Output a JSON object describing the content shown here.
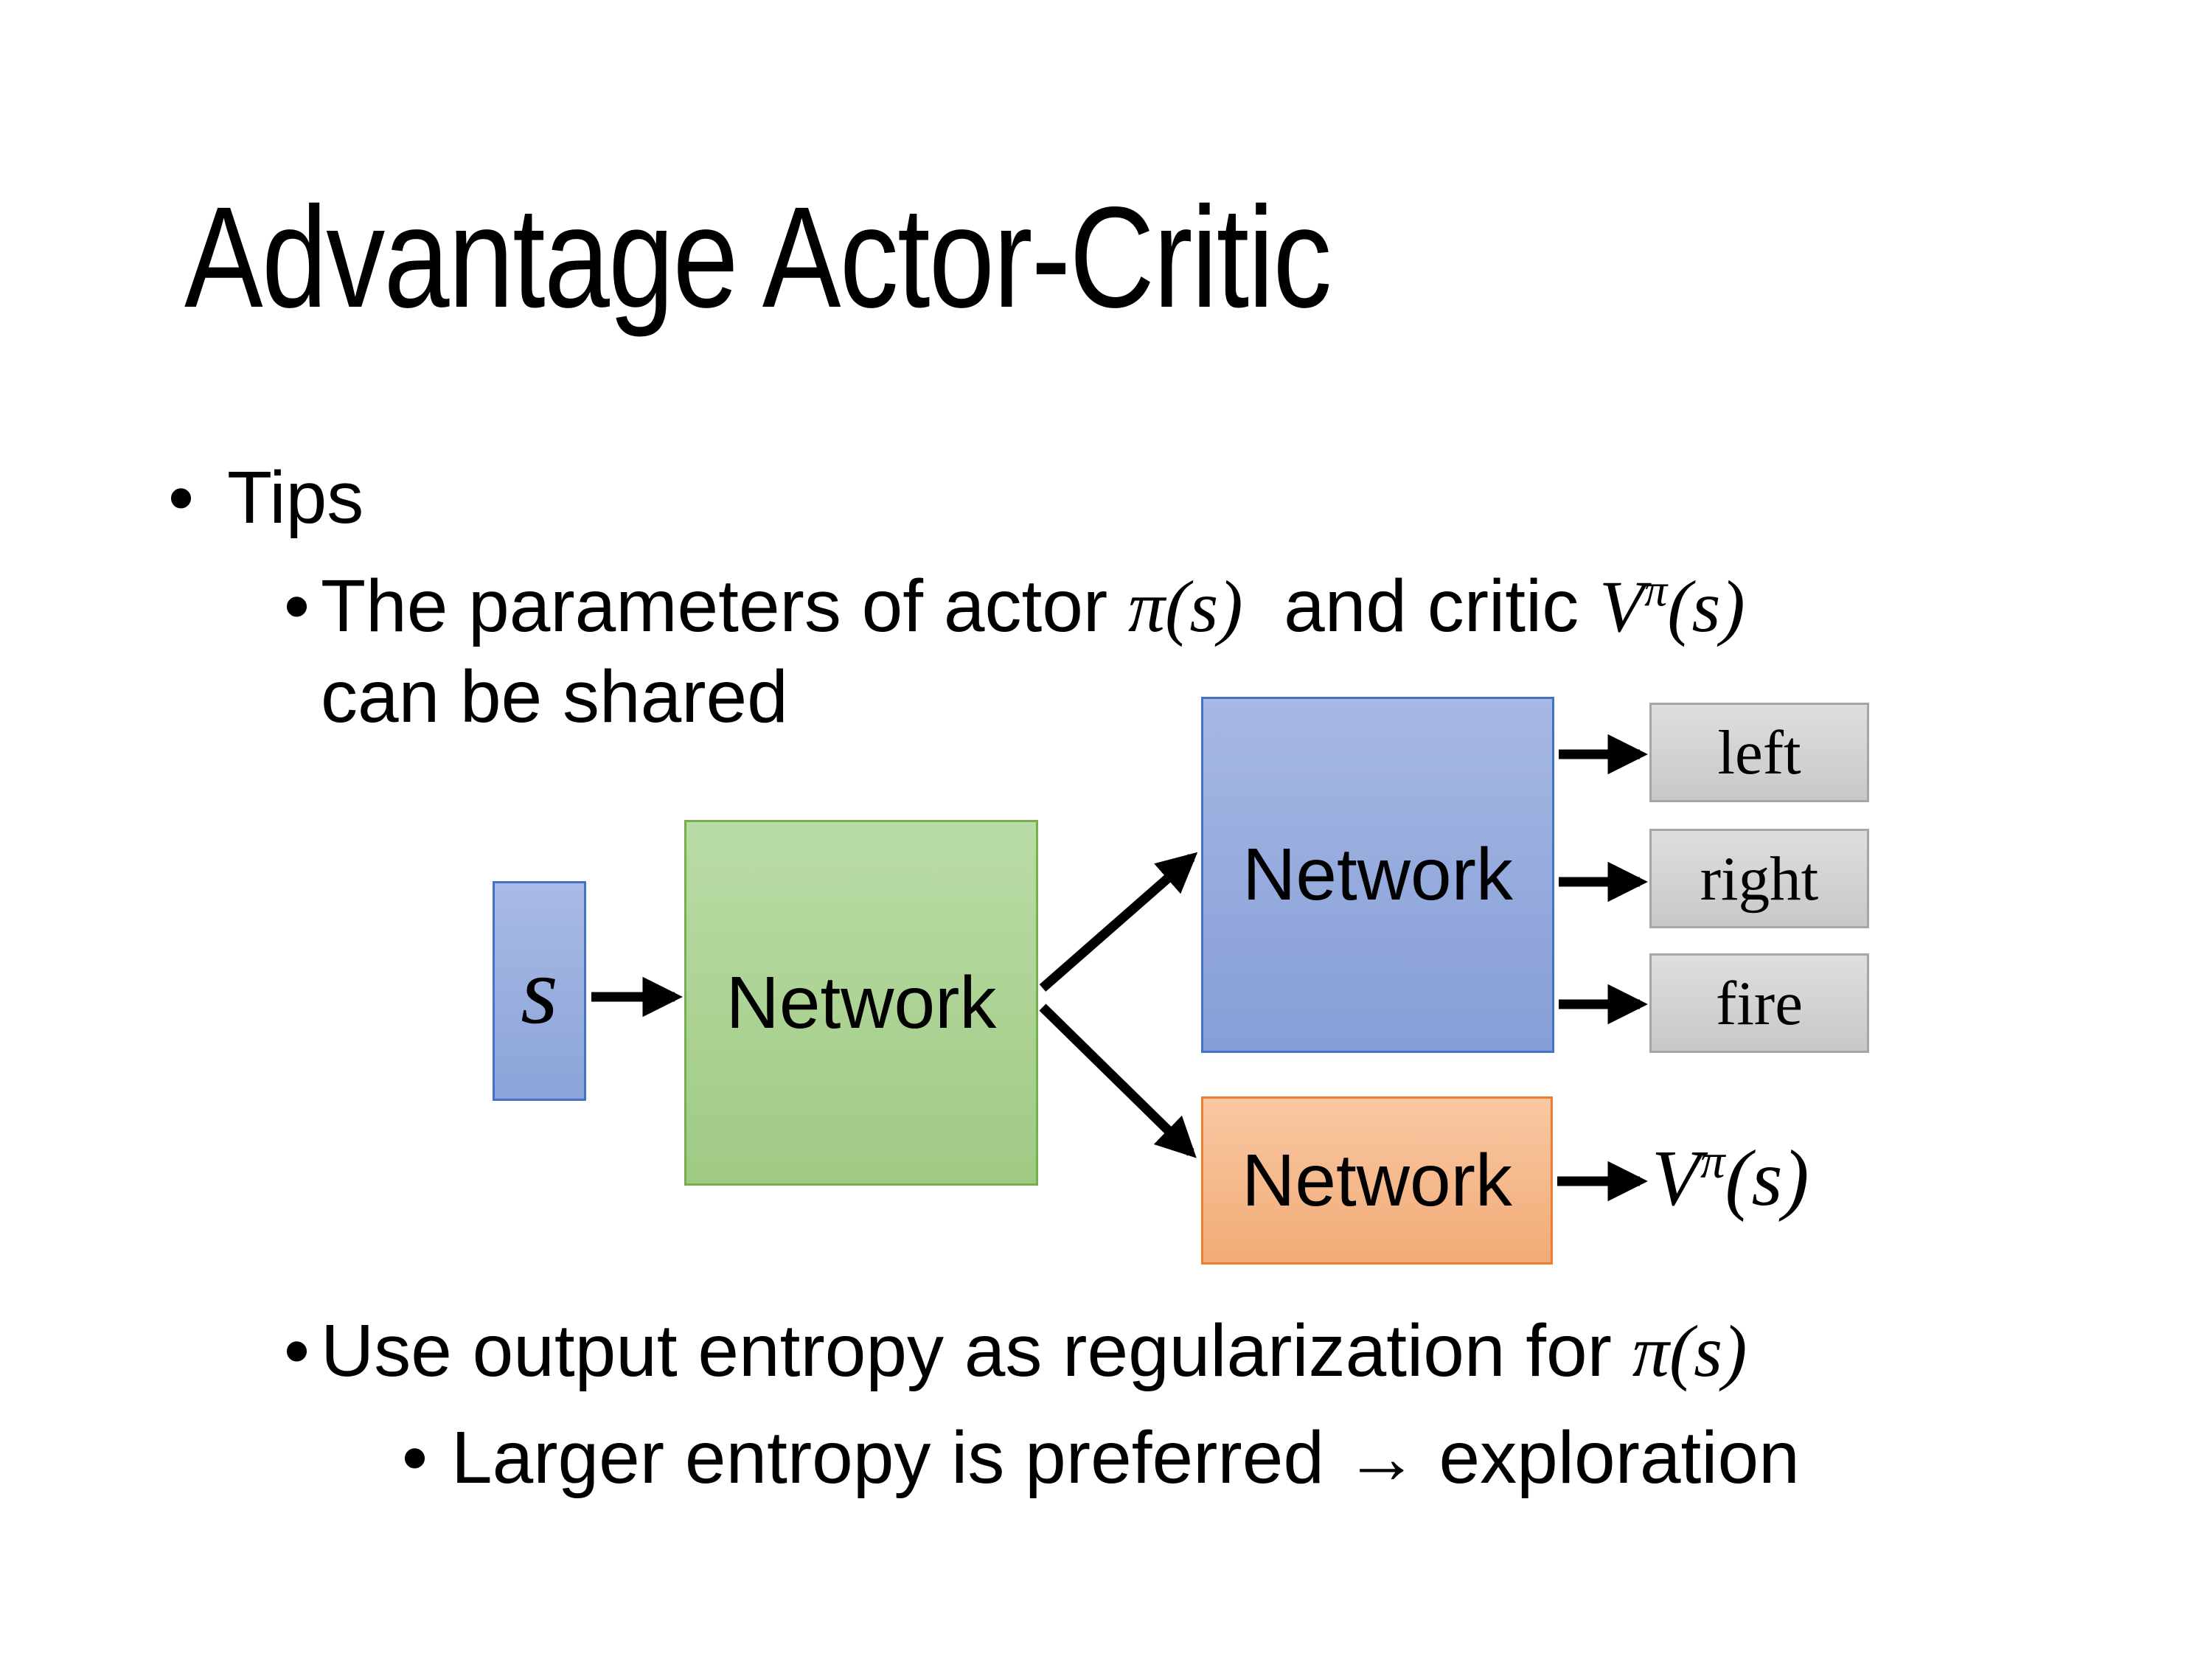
{
  "slide": {
    "title": "Advantage Actor-Critic",
    "bullet_char": "•",
    "bullets": {
      "tips": "Tips",
      "shared_pre": "The parameters of actor ",
      "shared_math_actor": "π(s)",
      "shared_mid": "  and critic ",
      "shared_math_critic_base": "V",
      "shared_math_critic_sup": "π",
      "shared_math_critic_args": "(s)",
      "shared_line2": "can be shared",
      "entropy_pre": "Use output entropy as regularization for ",
      "entropy_math": "π(s)",
      "exploration": "Larger entropy is preferred → exploration"
    },
    "diagram": {
      "state_label": "s",
      "shared_network_label": "Network",
      "actor_network_label": "Network",
      "critic_network_label": "Network",
      "action_labels": [
        "left",
        "right",
        "fire"
      ],
      "critic_output": {
        "base": "V",
        "sup": "π",
        "args": "(s)"
      },
      "colors": {
        "state_fill": "#9FB3E1",
        "state_border": "#4472C4",
        "shared_fill": "#A9D18E",
        "shared_border": "#77AF4F",
        "actor_fill": "#93ABDD",
        "actor_border": "#4472C4",
        "critic_fill": "#F4B183",
        "critic_border": "#ED7D31",
        "action_fill": "#D3D3D3",
        "action_border": "#A6A6A6",
        "arrow": "#000000"
      }
    }
  }
}
